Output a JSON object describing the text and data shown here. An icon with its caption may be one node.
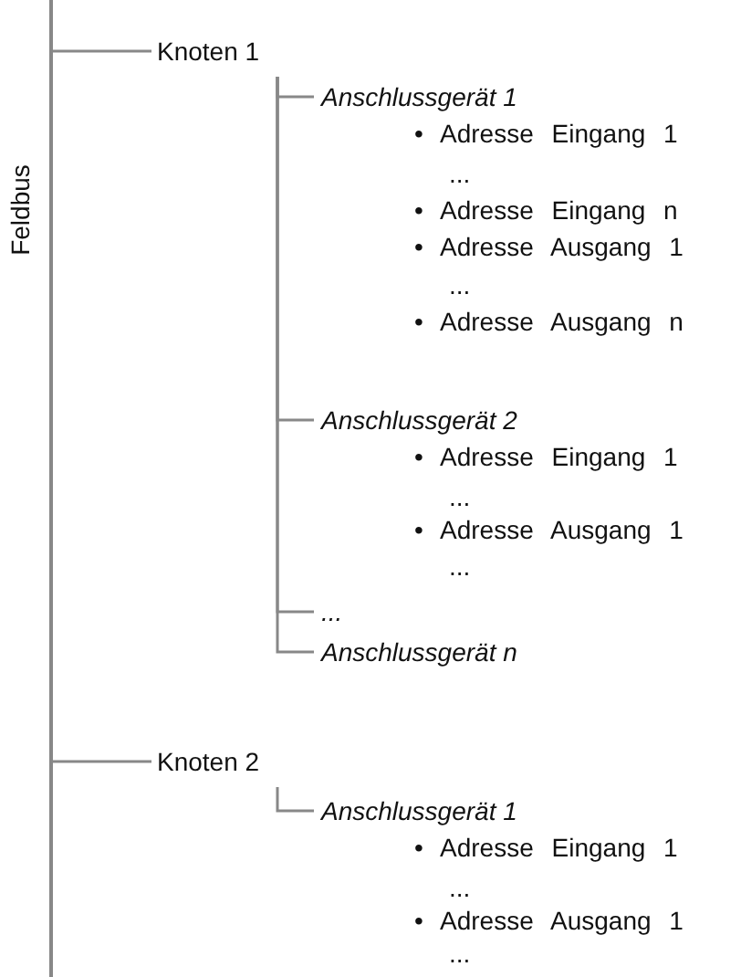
{
  "diagram": {
    "nodes": [
      {
        "text": [
          "Feldbus"
        ]
      },
      {
        "text": [
          "Knoten 1"
        ]
      },
      {
        "text": [
          "Anschlussgerät 1",
          "• Adresse Eingang 1",
          "...",
          "• Adresse Eingang n",
          "• Adresse Ausgang 1",
          "...",
          "• Adresse Ausgang n"
        ]
      },
      {
        "text": [
          "Anschlussgerät 2",
          "• Adresse Eingang 1",
          "...",
          "• Adresse Ausgang 1",
          "..."
        ]
      },
      {
        "text": [
          "..."
        ]
      },
      {
        "text": [
          "Anschlussgerät n"
        ]
      },
      {
        "text": [
          "Knoten 2"
        ]
      },
      {
        "text": [
          "Anschlussgerät 1",
          "• Adresse Eingang 1",
          "...",
          "• Adresse Ausgang 1",
          "..."
        ]
      }
    ],
    "edges": [
      {
        "from": 0,
        "to": 1,
        "arrow": "none"
      },
      {
        "from": 1,
        "to": 2,
        "arrow": "none"
      },
      {
        "from": 1,
        "to": 3,
        "arrow": "none"
      },
      {
        "from": 1,
        "to": 4,
        "arrow": "none"
      },
      {
        "from": 1,
        "to": 5,
        "arrow": "none"
      },
      {
        "from": 0,
        "to": 6,
        "arrow": "none"
      },
      {
        "from": 6,
        "to": 7,
        "arrow": "none"
      }
    ]
  }
}
